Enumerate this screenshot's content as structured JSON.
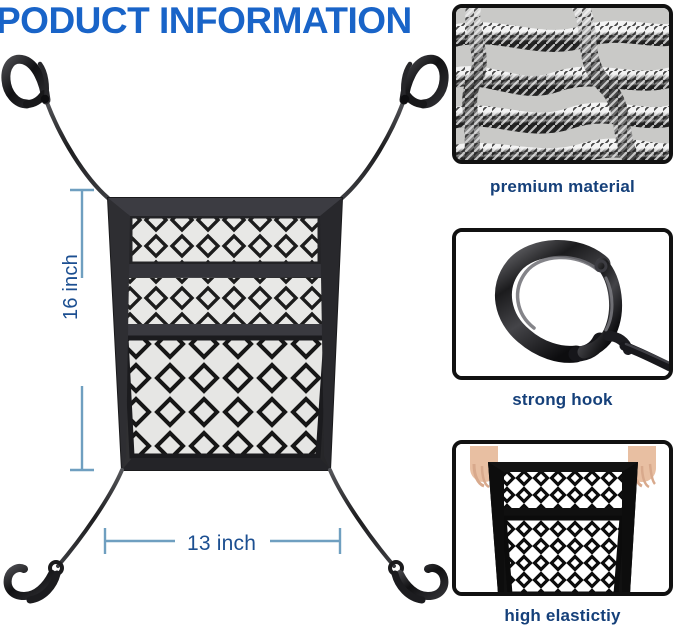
{
  "header": {
    "title": "PODUCT INFORMATION",
    "title_color": "#1964c8"
  },
  "hero": {
    "product_name": "car-seat-storage-net-organizer",
    "dimensions": {
      "height_label": "16 inch",
      "width_label": "13 inch",
      "line_color": "#6f9fc0",
      "text_color": "#1c4f91"
    },
    "parts": {
      "top_hook": "carabiner-hook",
      "bottom_hook": "snap-hook",
      "pocket_top": "small-mesh-pocket",
      "pocket_main": "large-mesh-pocket"
    }
  },
  "features": [
    {
      "id": "premium-material",
      "caption": "premium material",
      "image": "elastic-braided-cord-closeup"
    },
    {
      "id": "strong-hook",
      "caption": "strong hook",
      "image": "black-carabiner-hook"
    },
    {
      "id": "high-elasticity",
      "caption": "high elastictiy",
      "image": "hands-stretching-net"
    }
  ],
  "colors": {
    "title_blue": "#1964c8",
    "caption_blue": "#15407a",
    "dimension_blue": "#6f9fc0",
    "panel_border": "#111111",
    "product_black": "#2b2b2b",
    "background": "#ffffff"
  }
}
